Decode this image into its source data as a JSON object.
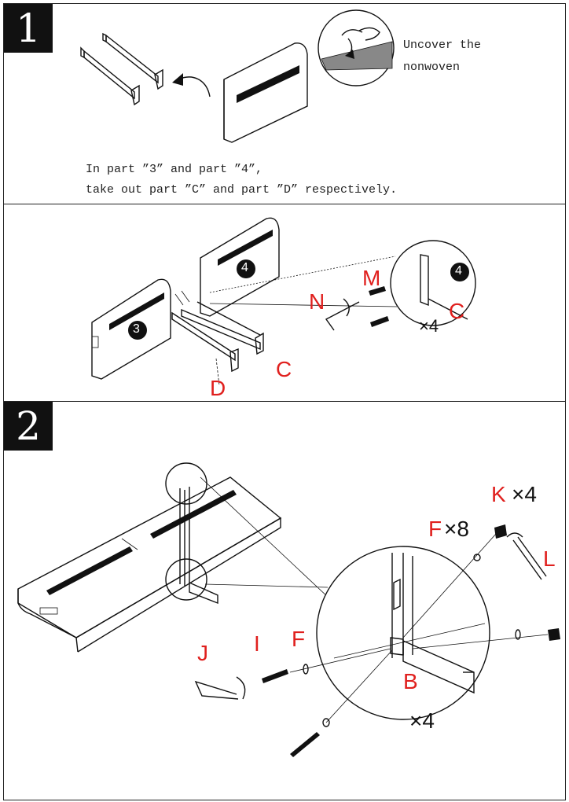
{
  "step1": {
    "number": "1",
    "uncover_line1": "Uncover the",
    "uncover_line2": "nonwoven",
    "caption_line1": "In part ”3” and part ”4”,",
    "caption_line2": "take out part ”C” and part ”D” respectively."
  },
  "step1b": {
    "part3": "3",
    "part4": "4",
    "part4_detail": "4",
    "label_M": "M",
    "label_N": "N",
    "label_C": "C",
    "label_C_detail": "C",
    "label_D": "D",
    "count_x4": "×4"
  },
  "step2": {
    "number": "2",
    "label_K": "K",
    "count_K": "×4",
    "label_F": "F",
    "count_F": "×8",
    "label_L": "L",
    "label_J": "J",
    "label_I": "I",
    "label_F2": "F",
    "label_B": "B",
    "count_x4": "×4"
  },
  "colors": {
    "label_red": "#e0201e",
    "ink": "#111111"
  }
}
